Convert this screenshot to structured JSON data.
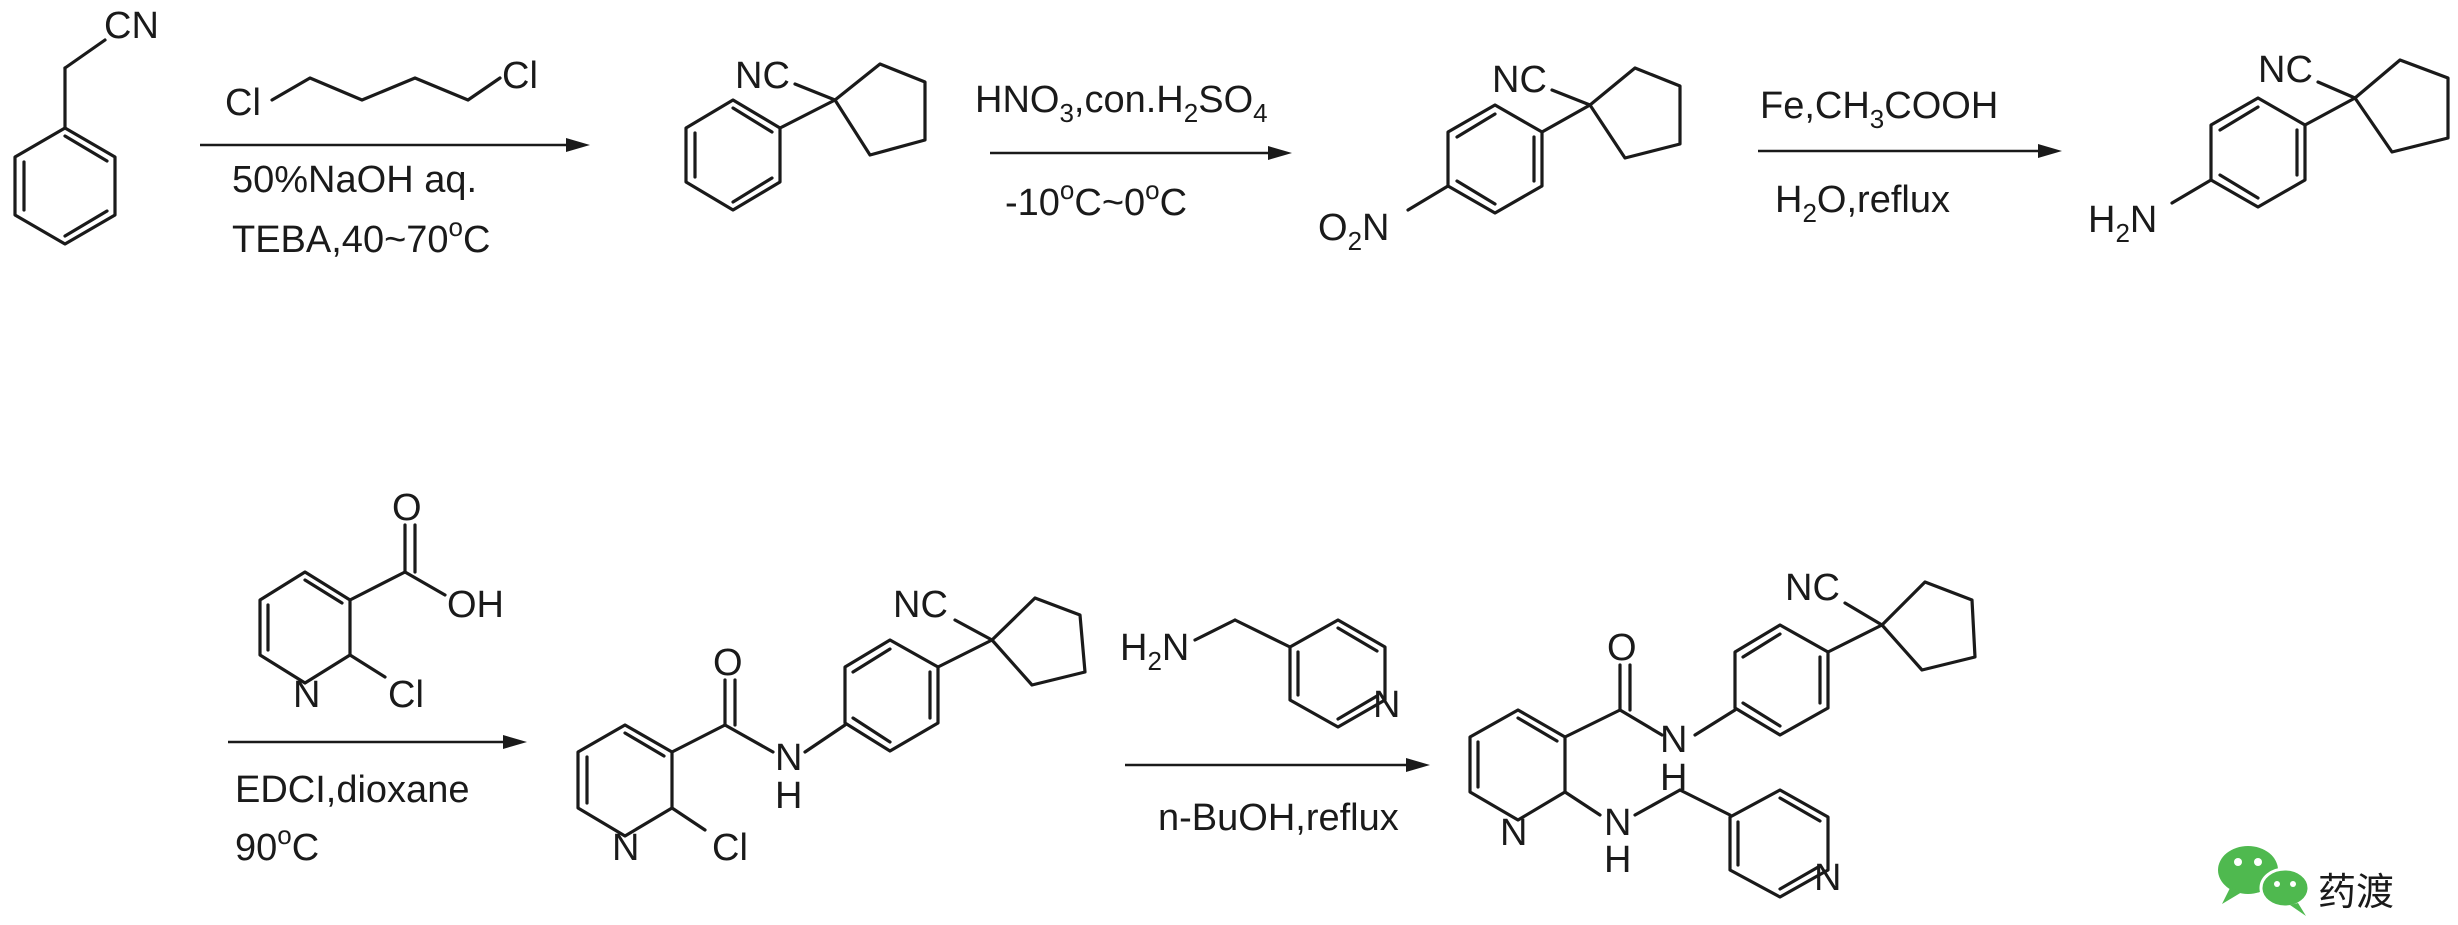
{
  "scheme": {
    "atoms": {
      "cn": "CN",
      "nc": "NC",
      "cl": "Cl",
      "n": "N",
      "h": "H",
      "o": "O",
      "oh": "OH",
      "o2n": "O",
      "o2n_sub": "2",
      "o2n_n": "N",
      "h2n": "H",
      "h2n_sub": "2",
      "h2n_n": "N",
      "nh": "NH",
      "h2n_b": "H",
      "h2n_b_sub": "2",
      "h2n_b_n": "N"
    },
    "steps": {
      "s1": {
        "line1": "50%NaOH aq.",
        "line2": "TEBA,40~70",
        "line2_deg": "o",
        "line2_end": "C"
      },
      "s2": {
        "top_a": "HNO",
        "top_sub1": "3",
        "top_b": ",con.H",
        "top_sub2": "2",
        "top_c": "SO",
        "top_sub3": "4",
        "bot_a": "-10",
        "bot_deg1": "o",
        "bot_b": "C~0",
        "bot_deg2": "o",
        "bot_c": "C"
      },
      "s3": {
        "top": "Fe,CH",
        "top_sub": "3",
        "top_end": "COOH",
        "bot_a": "H",
        "bot_sub": "2",
        "bot_b": "O,reflux"
      },
      "s4": {
        "line1": "EDCI,dioxane",
        "line2": "90",
        "line2_deg": "o",
        "line2_end": "C"
      },
      "s5": {
        "line1": "n-BuOH,reflux"
      }
    }
  },
  "logo": {
    "text": "药渡",
    "icon": "wechat-icon",
    "color": "#4fb94f"
  }
}
